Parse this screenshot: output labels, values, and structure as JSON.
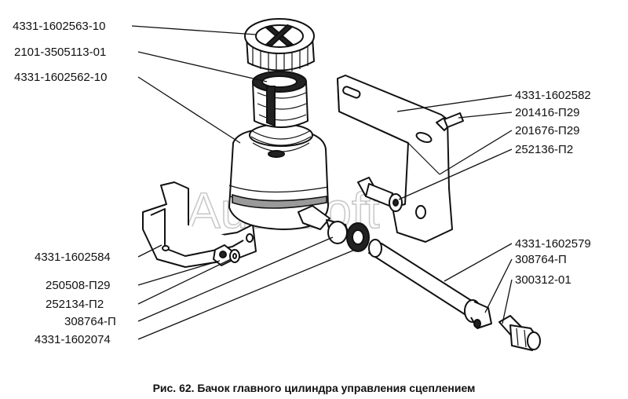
{
  "labels_left": [
    "4331-1602563-10",
    "2101-3505113-01",
    "4331-1602562-10",
    "4331-1602584",
    "250508-П29",
    "252134-П2",
    "308764-П",
    "4331-1602074"
  ],
  "labels_right": [
    "4331-1602582",
    "201416-П29",
    "201676-П29",
    "252136-П2",
    "4331-1602579",
    "308764-П",
    "300312-01"
  ],
  "caption": "Рис. 62. Бачок главного цилиндра управления сцеплением",
  "watermark": "AutoSoft"
}
